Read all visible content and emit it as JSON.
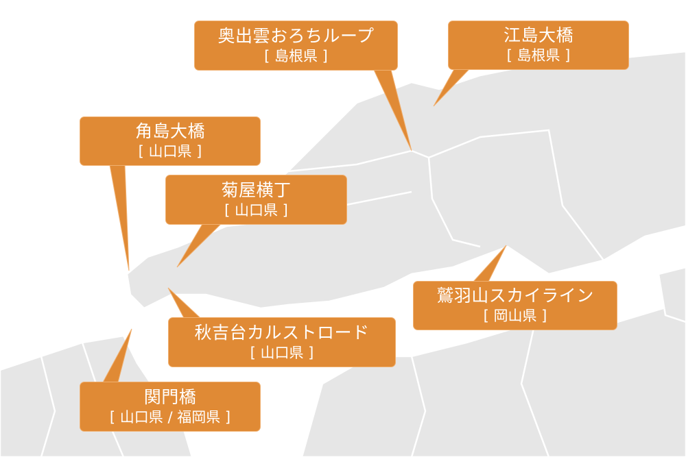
{
  "colors": {
    "callout": "#e08a35",
    "land": "#e6e6e6",
    "sea": "#ffffff",
    "border": "#ffffff"
  },
  "spots": [
    {
      "name": "奥出雲おろちループ",
      "pref": "[ 島根県 ]"
    },
    {
      "name": "江島大橋",
      "pref": "[ 島根県 ]"
    },
    {
      "name": "角島大橋",
      "pref": "[ 山口県 ]"
    },
    {
      "name": "菊屋横丁",
      "pref": "[ 山口県 ]"
    },
    {
      "name": "鷲羽山スカイライン",
      "pref": "[ 岡山県 ]"
    },
    {
      "name": "秋吉台カルストロード",
      "pref": "[ 山口県 ]"
    },
    {
      "name": "関門橋",
      "pref": "[ 山口県 / 福岡県 ]"
    }
  ]
}
